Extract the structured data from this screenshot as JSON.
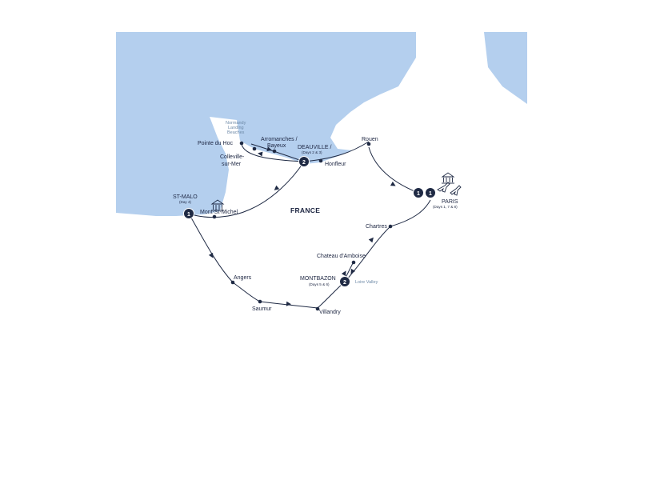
{
  "colors": {
    "water": "#b4cfee",
    "land": "#ffffff",
    "route": "#1f2a44",
    "label": "#1c2541",
    "muted": "#6e8aa8"
  },
  "map": {
    "region": "FRANCE",
    "places": {
      "paris": {
        "name": "PARIS",
        "sub": "(Days 1, 7 & 8)"
      },
      "rouen": "Rouen",
      "deauville": {
        "name": "DEAUVILLE /",
        "sub": "(Days 2 & 3)"
      },
      "honfleur": "Honfleur",
      "arromanches": {
        "line1": "Arromanches /",
        "line2": "Bayeux"
      },
      "pointe_du_hoc": "Pointe du Hoc",
      "colleville": {
        "line1": "Colleville-",
        "line2": "sur-Mer"
      },
      "normandy": {
        "line1": "Normandy",
        "line2": "Landing",
        "line3": "Beaches"
      },
      "st_malo": {
        "name": "ST-MALO",
        "sub": "(Day 4)"
      },
      "mont_st_michel": "Mont-St-Michel",
      "chartres": "Chartres",
      "chateau_amboise": "Chateau d'Amboise",
      "montbazon": {
        "name": "MONTBAZON",
        "sub": "(Days 5 & 6)"
      },
      "loire_valley": "Loire Valley",
      "angers": "Angers",
      "saumur": "Saumur",
      "villandry": "Villandry"
    },
    "badges": {
      "paris_a": "1",
      "paris_b": "1",
      "deauville": "2",
      "st_malo": "1",
      "montbazon": "2"
    },
    "icons": [
      "unesco-building-icon",
      "plane-icon"
    ]
  }
}
